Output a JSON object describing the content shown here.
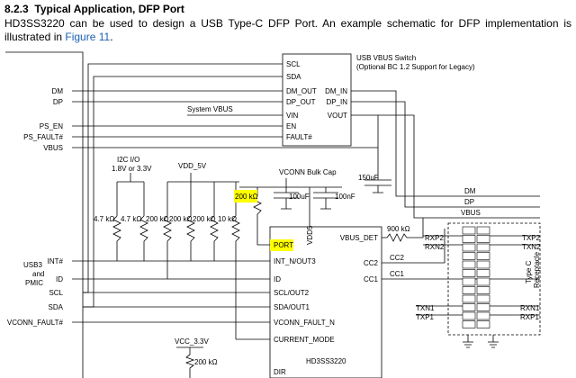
{
  "section": {
    "number": "8.2.3",
    "title": "Typical Application, DFP Port"
  },
  "intro": {
    "before_link": "HD3SS3220 can be used to design a USB Type-C DFP Port. An example schematic for DFP implementation is illustrated in ",
    "link": "Figure 11",
    "after_link": "."
  },
  "highlight_color": "#ffff00",
  "link_color": "#1a5fb4",
  "schematic": {
    "host_label_lines": [
      "USB3",
      "and",
      "PMIC"
    ],
    "host_pins": [
      "DM",
      "DP",
      "PS_EN",
      "PS_FAULT#",
      "VBUS",
      "INT#",
      "ID",
      "SCL",
      "SDA",
      "VCONN_FAULT#"
    ],
    "switch_title_lines": [
      "USB VBUS Switch",
      "(Optional BC 1.2 Support for Legacy)"
    ],
    "switch_left_pins": [
      "SCL",
      "SDA",
      "DM_OUT",
      "DP_OUT",
      "VIN",
      "EN",
      "FAULT#"
    ],
    "switch_right_pins": [
      "DM_IN",
      "DP_IN",
      "VOUT"
    ],
    "system_vbus": "System VBUS",
    "i2c_io_lines": [
      "I2C I/O",
      "1.8V or 3.3V"
    ],
    "vdd_5v": "VDD_5V",
    "vconn_bulk_cap": "VCONN Bulk Cap",
    "cap_150uf": "150uF",
    "cap_100uf": "100uF",
    "cap_100nf": "100nF",
    "resistors_4k7": [
      "4.7 kΩ",
      "4.7 kΩ"
    ],
    "resistors_200k": [
      "200 kΩ",
      "200 kΩ",
      "200 kΩ"
    ],
    "resistor_10k": "10 kΩ",
    "resistor_200k_port": "200 kΩ",
    "resistor_900k": "900 kΩ",
    "vcc_3v3": "VCC_3.3V",
    "resistor_200k_dir": "200 kΩ",
    "chip_name": "HD3SS3220",
    "chip_left_pins": [
      "PORT",
      "INT_N/OUT3",
      "ID",
      "SCL/OUT2",
      "SDA/OUT1",
      "VCONN_FAULT_N",
      "CURRENT_MODE",
      "DIR"
    ],
    "chip_top_pin": "VDD5",
    "chip_right_pins": [
      "VBUS_DET",
      "CC2",
      "CC1"
    ],
    "bus_labels": [
      "DM",
      "DP",
      "VBUS"
    ],
    "cc_labels": [
      "CC2",
      "CC1"
    ],
    "left_diff_labels": [
      "RXP2",
      "RXN2",
      "TXN1",
      "TXP1"
    ],
    "right_diff_labels": [
      "TXP2",
      "TXN2",
      "RXN1",
      "RXP1"
    ],
    "connector_label_lines": [
      "Type C",
      "Receptacle"
    ]
  }
}
